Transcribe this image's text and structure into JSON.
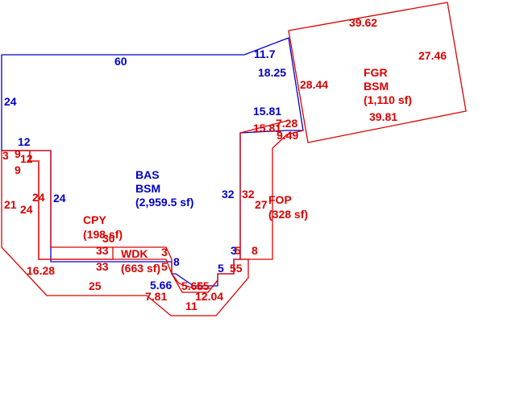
{
  "colors": {
    "blue": "#0000cc",
    "red": "#dd0000",
    "background": "#ffffff"
  },
  "areas": {
    "bas": {
      "code": "BAS",
      "type": "BSM",
      "size": "(2,959.5 sf)"
    },
    "fgr": {
      "code": "FGR",
      "type": "BSM",
      "size": "(1,110 sf)"
    },
    "fop": {
      "code": "FOP",
      "size": "(328 sf)"
    },
    "cpy": {
      "code": "CPY",
      "size": "(198 sf)"
    },
    "wdk": {
      "code": "WDK",
      "size": "(663 sf)"
    }
  },
  "dimensions": {
    "bas": [
      "60",
      "11.7",
      "18.25",
      "24",
      "12",
      "24",
      "32",
      "15.81",
      "3",
      "8",
      "5",
      "5.66"
    ],
    "fgr": [
      "39.62",
      "27.46",
      "28.44",
      "39.81"
    ],
    "fop": [
      "15.81",
      "7.28",
      "9.49",
      "32",
      "27",
      "8",
      "5",
      "55",
      "5.66",
      "12.04",
      "11",
      "7.81"
    ],
    "cpy": [
      "3",
      "9",
      "12",
      "9",
      "21",
      "24",
      "24",
      "30",
      "33",
      "33",
      "16.28",
      "25"
    ],
    "wdk": [
      "3",
      "5",
      "55"
    ]
  }
}
